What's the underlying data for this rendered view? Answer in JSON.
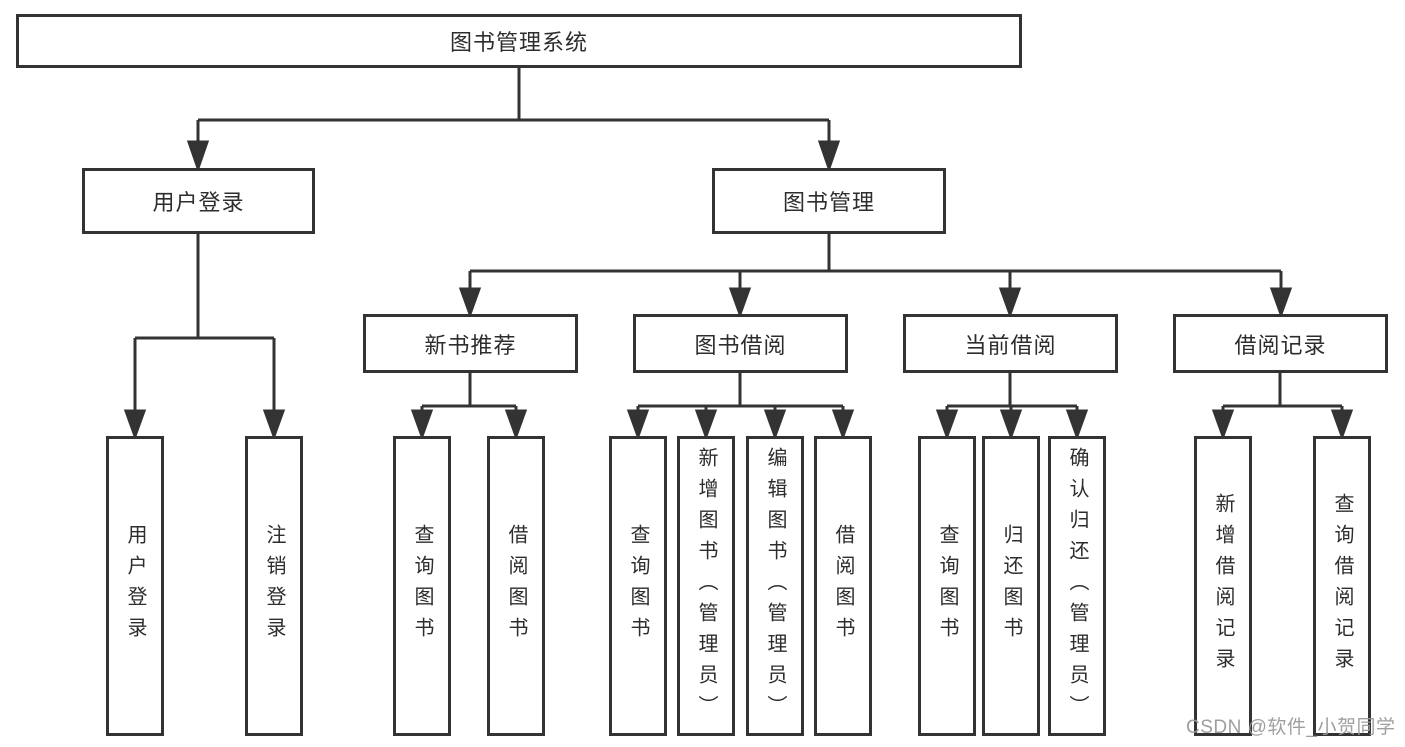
{
  "diagram": {
    "root": {
      "label": "图书管理系统",
      "children": [
        {
          "label": "用户登录",
          "children": [
            {
              "label": "用户登录"
            },
            {
              "label": "注销登录"
            }
          ]
        },
        {
          "label": "图书管理",
          "children": [
            {
              "label": "新书推荐",
              "children": [
                {
                  "label": "查询图书"
                },
                {
                  "label": "借阅图书"
                }
              ]
            },
            {
              "label": "图书借阅",
              "children": [
                {
                  "label": "查询图书"
                },
                {
                  "label": "新增图书（管理员）"
                },
                {
                  "label": "编辑图书（管理员）"
                },
                {
                  "label": "借阅图书"
                }
              ]
            },
            {
              "label": "当前借阅",
              "children": [
                {
                  "label": "查询图书"
                },
                {
                  "label": "归还图书"
                },
                {
                  "label": "确认归还（管理员）"
                }
              ]
            },
            {
              "label": "借阅记录",
              "children": [
                {
                  "label": "新增借阅记录"
                },
                {
                  "label": "查询借阅记录"
                }
              ]
            }
          ]
        }
      ]
    }
  },
  "watermark": {
    "label": "CSDN @软件_小贺同学"
  },
  "colors": {
    "line": "#333333",
    "box_border": "#333333",
    "text": "#2d2d2d",
    "background": "#ffffff",
    "watermark": "#9a9a9a"
  }
}
